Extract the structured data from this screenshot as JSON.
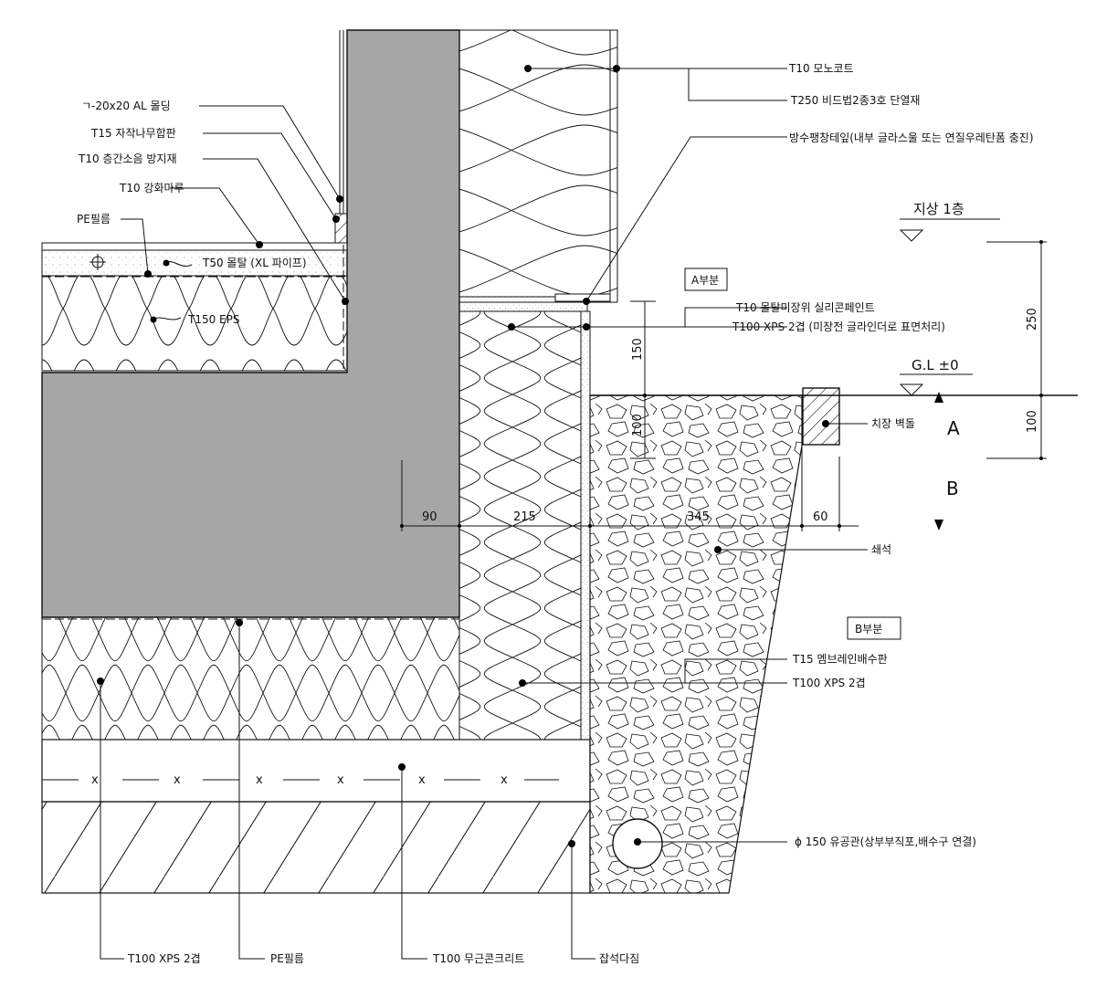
{
  "drawing": {
    "labels_left": {
      "al_molding": "ㄱ-20x20 AL 몰딩",
      "plywood": "T15 자작나무합판",
      "sound_insulation": "T10 층간소음 방지재",
      "laminate_floor": "T10 강화마루",
      "pe_film": "PE필름",
      "mortar": "T50 몰탈 (XL 파이프)",
      "eps": "T150 EPS"
    },
    "labels_right": {
      "monocoat": "T10 모노코트",
      "bead_insulation": "T250 비드법2종3호 단열재",
      "waterproof_tape": "방수팽창테잎(내부 글라스울 또는 연질우레탄폼 충진)",
      "part_a": "A부분",
      "silicone_paint": "T10 몰탈미장위 실리콘페인트",
      "xps_top": "T100 XPS 2겹 (미장전 글라인더로 표면처리)",
      "border_stone": "치장 벽돌",
      "crushed_stone": "쇄석",
      "part_b": "B부분",
      "membrane": "T15 멤브레인배수판",
      "xps_mid": "T100 XPS 2겹",
      "drain_pipe": "ϕ 150 유공관(상부부직포,배수구 연결)"
    },
    "labels_bottom": {
      "xps_bottom": "T100 XPS 2겹",
      "pe_film_bottom": "PE필름",
      "plain_concrete": "T100 무근콘크리트",
      "gravel": "잡석다짐"
    },
    "levels": {
      "first_floor": "지상 1층",
      "ground_level": "G.L ±0"
    },
    "markers": {
      "a": "A",
      "b": "B",
      "x": "x"
    },
    "dimensions": {
      "d250": "250",
      "d100_right": "100",
      "d150": "150",
      "d100": "100",
      "d90": "90",
      "d215": "215",
      "d345": "345",
      "d60": "60"
    },
    "colors": {
      "concrete": "#a6a6a6",
      "line": "#111111",
      "gravel_stipple": "#bdbdbd"
    }
  }
}
